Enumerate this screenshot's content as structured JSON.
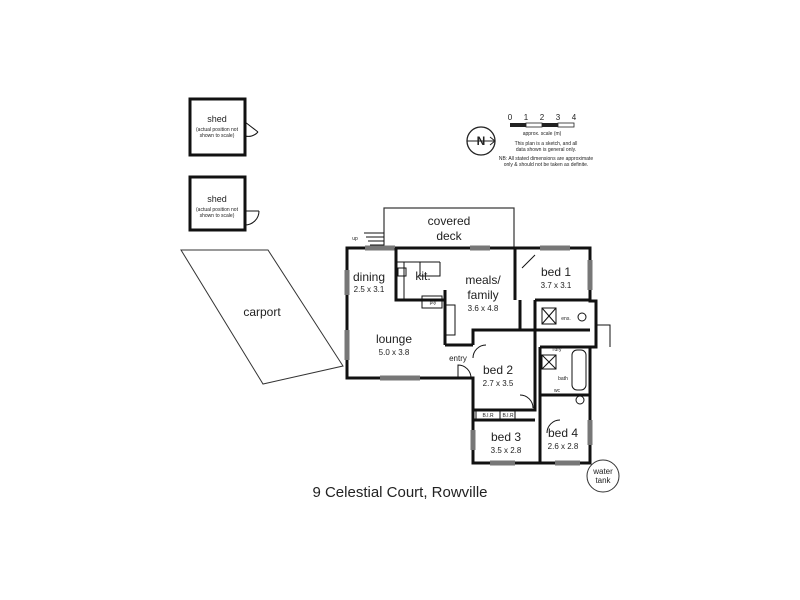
{
  "address": "9 Celestial Court, Rowville",
  "rooms": {
    "covered_deck": {
      "line1": "covered",
      "line2": "deck"
    },
    "dining": {
      "name": "dining",
      "dims": "2.5 x 3.1"
    },
    "kit": {
      "name": "kit."
    },
    "meals_family": {
      "line1": "meals/",
      "line2": "family",
      "dims": "3.6 x 4.8"
    },
    "bed1": {
      "name": "bed 1",
      "dims": "3.7 x 3.1"
    },
    "lounge": {
      "name": "lounge",
      "dims": "5.0 x 3.8"
    },
    "entry": {
      "name": "entry"
    },
    "bed2": {
      "name": "bed 2",
      "dims": "2.7 x 3.5"
    },
    "bed3": {
      "name": "bed 3",
      "dims": "3.5 x 2.8"
    },
    "bed4": {
      "name": "bed 4",
      "dims": "2.6 x 2.8"
    },
    "ens": {
      "name": "ens."
    },
    "ldry": {
      "name": "l'dry"
    },
    "bath": {
      "name": "bath"
    },
    "wc": {
      "name": "wc"
    },
    "pty": {
      "name": "pty"
    },
    "robe1": {
      "name": "B.I.R"
    },
    "robe2": {
      "name": "B.I.R"
    }
  },
  "outbuildings": {
    "carport": "carport",
    "shed1": {
      "name": "shed",
      "note1": "(actual position not",
      "note2": "shown to scale)"
    },
    "shed2": {
      "name": "shed",
      "note1": "(actual position not",
      "note2": "shown to scale)"
    },
    "water_tank": {
      "line1": "water",
      "line2": "tank"
    }
  },
  "legend": {
    "north": "N",
    "scale_ticks": [
      "0",
      "1",
      "2",
      "3",
      "4"
    ],
    "scale_label": "approx. scale (m)",
    "disclaimer1": "This plan is a sketch, and all",
    "disclaimer2": "data shown is general only.",
    "disclaimer3": "NB: All stated dimensions are approximate",
    "disclaimer4": "only & should not be taken as definite."
  },
  "icons": {
    "compass": "north-arrow-icon",
    "hwu": "hw",
    "up_arrow": "up"
  }
}
